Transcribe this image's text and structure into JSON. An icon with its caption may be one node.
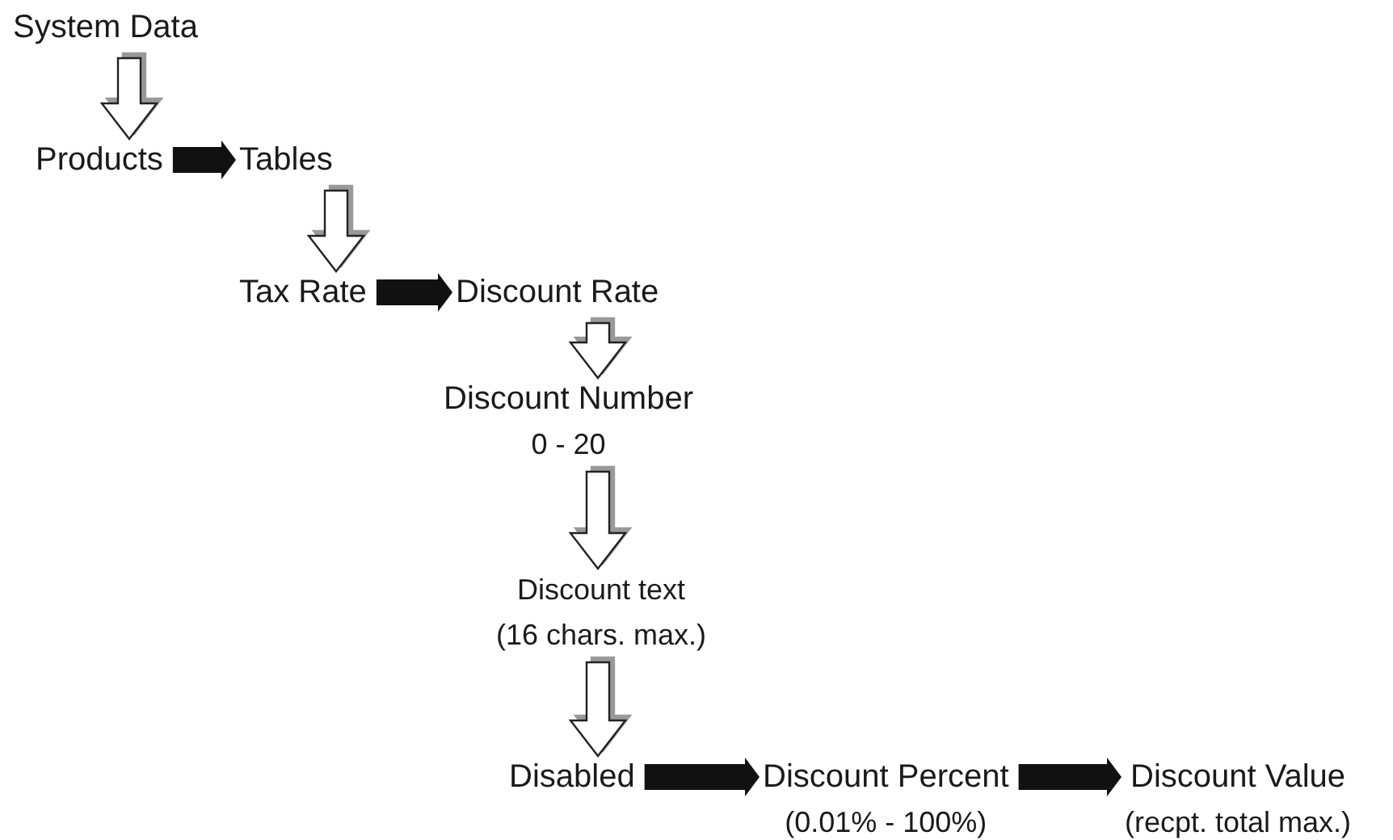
{
  "diagram": {
    "nodes": [
      {
        "text": [
          "System Data"
        ]
      },
      {
        "text": [
          "Products"
        ]
      },
      {
        "text": [
          "Tables"
        ]
      },
      {
        "text": [
          "Tax Rate"
        ]
      },
      {
        "text": [
          "Discount Rate"
        ]
      },
      {
        "text": [
          "Discount Number",
          "0 - 20"
        ]
      },
      {
        "text": [
          "Discount text",
          "(16 chars. max.)"
        ]
      },
      {
        "text": [
          "Disabled"
        ]
      },
      {
        "text": [
          "Discount Percent",
          "(0.01% - 100%)"
        ]
      },
      {
        "text": [
          "Discount Value",
          "(recpt. total max.)"
        ]
      }
    ],
    "edges": [
      {
        "from": 0,
        "to": 1,
        "arrow": "to",
        "style": "thick"
      },
      {
        "from": 1,
        "to": 2,
        "arrow": "to"
      },
      {
        "from": 2,
        "to": 3,
        "arrow": "to",
        "style": "thick"
      },
      {
        "from": 3,
        "to": 4,
        "arrow": "to"
      },
      {
        "from": 4,
        "to": 5,
        "arrow": "to",
        "style": "thick"
      },
      {
        "from": 5,
        "to": 6,
        "arrow": "to",
        "style": "thick"
      },
      {
        "from": 6,
        "to": 7,
        "arrow": "to",
        "style": "thick"
      },
      {
        "from": 7,
        "to": 8,
        "arrow": "to"
      },
      {
        "from": 8,
        "to": 9,
        "arrow": "to"
      }
    ]
  }
}
